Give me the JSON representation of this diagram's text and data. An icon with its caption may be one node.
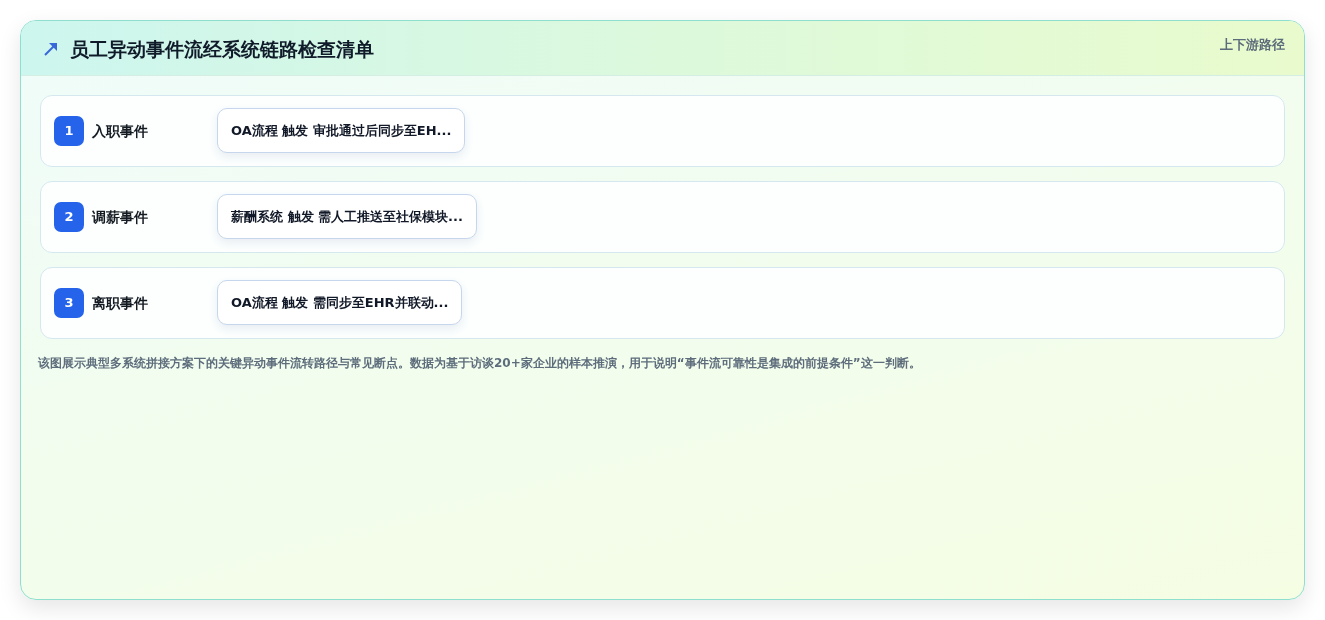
{
  "diagram": {
    "title": "员工异动事件流经系统链路检查清单",
    "nodes": [
      {
        "text": [
          "入职事件"
        ]
      },
      {
        "text": [
          "1"
        ],
        "in": 0
      },
      {
        "text": [
          "OA流程 触发 审批通过后同步至EH..."
        ],
        "in": 0
      },
      {
        "text": [
          "调薪事件"
        ]
      },
      {
        "text": [
          "2"
        ],
        "in": 3
      },
      {
        "text": [
          "薪酬系统 触发 需人工推送至社保模块..."
        ],
        "in": 3
      },
      {
        "text": [
          "离职事件"
        ]
      },
      {
        "text": [
          "3"
        ],
        "in": 6
      },
      {
        "text": [
          "OA流程 触发 需同步至EHR并联动..."
        ],
        "in": 6
      }
    ],
    "labels": [
      "上下游路径"
    ],
    "caption": "该图展示典型多系统拼接方案下的关键异动事件流转路径与常见断点。数据为基于访谈20+家企业的样本推演，用于说明“事件流可靠性是集成的前提条件”这一判断。"
  }
}
